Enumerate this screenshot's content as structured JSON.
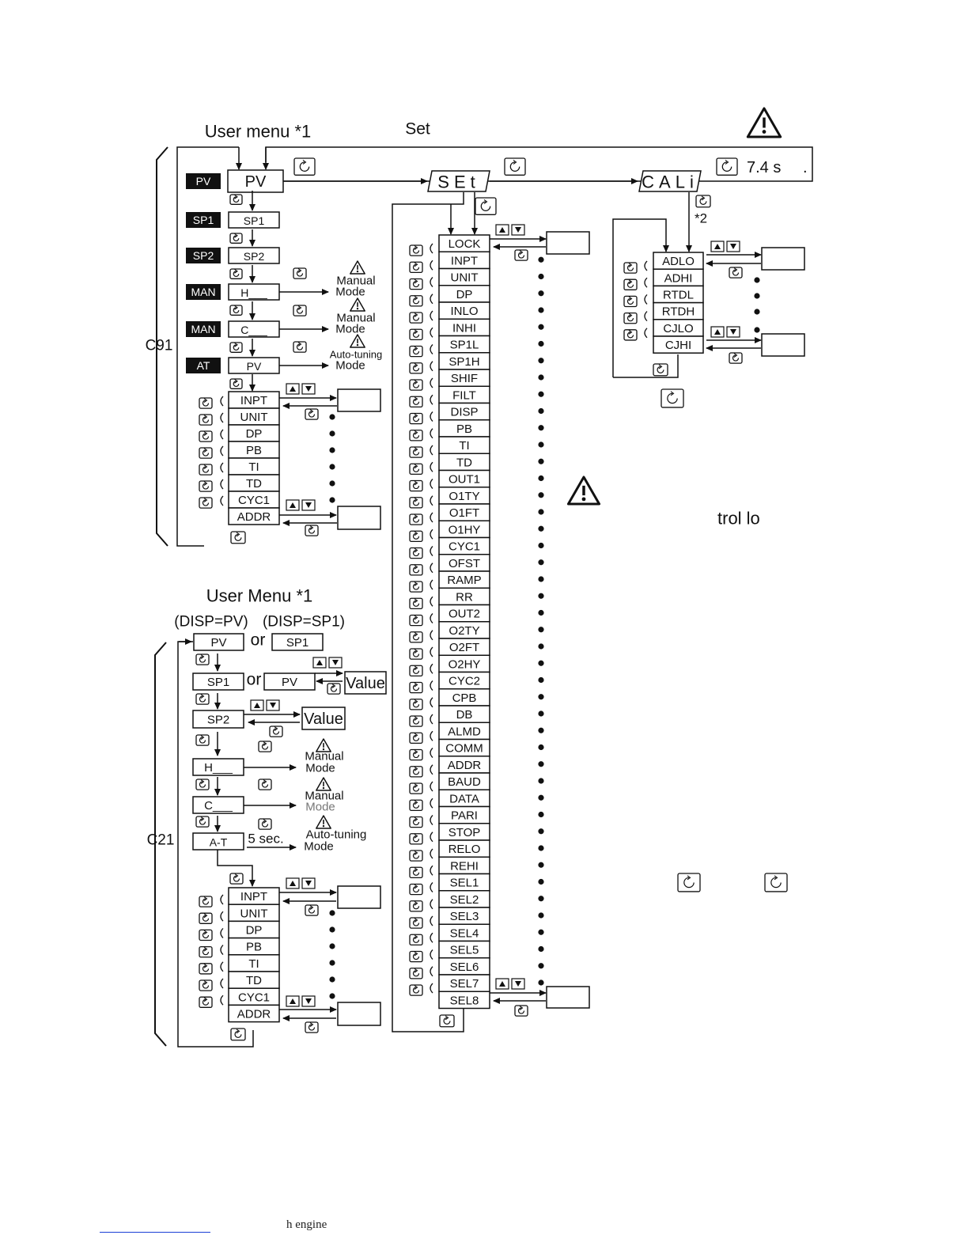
{
  "top": {
    "user_menu_title": "User menu *1",
    "set_label": "Set",
    "cali_time": "7.4 s",
    "cali_time_suffix": ".",
    "note_2": "*2",
    "fragment_text": "trol lo"
  },
  "c91": {
    "bracket_label": "C91",
    "rows": [
      {
        "badge": "PV",
        "box": "PV"
      },
      {
        "badge": "SP1",
        "box": "SP1"
      },
      {
        "badge": "SP2",
        "box": "SP2"
      },
      {
        "badge": "MAN",
        "box": "H___",
        "mode": [
          "Manual",
          "Mode"
        ]
      },
      {
        "badge": "MAN",
        "box": "C___",
        "mode": [
          "Manual",
          "Mode"
        ]
      },
      {
        "badge": "AT",
        "box": "PV",
        "mode": [
          "Auto-tuning",
          "Mode"
        ]
      }
    ],
    "params": [
      "INPT",
      "UNIT",
      "DP",
      "PB",
      "TI",
      "TD",
      "CYC1",
      "ADDR"
    ]
  },
  "set_menu": {
    "display": "SEt",
    "params": [
      "LOCK",
      "INPT",
      "UNIT",
      "DP",
      "INLO",
      "INHI",
      "SP1L",
      "SP1H",
      "SHIF",
      "FILT",
      "DISP",
      "PB",
      "TI",
      "TD",
      "OUT1",
      "O1TY",
      "O1FT",
      "O1HY",
      "CYC1",
      "OFST",
      "RAMP",
      "RR",
      "OUT2",
      "O2TY",
      "O2FT",
      "O2HY",
      "CYC2",
      "CPB",
      "DB",
      "ALMD",
      "COMM",
      "ADDR",
      "BAUD",
      "DATA",
      "PARI",
      "STOP",
      "RELO",
      "REHI",
      "SEL1",
      "SEL2",
      "SEL3",
      "SEL4",
      "SEL5",
      "SEL6",
      "SEL7",
      "SEL8"
    ]
  },
  "cali_menu": {
    "display": "CALi",
    "params": [
      "ADLO",
      "ADHI",
      "RTDL",
      "RTDH",
      "CJLO",
      "CJHI"
    ]
  },
  "c21": {
    "title": "User Menu *1",
    "bracket_label": "C21",
    "disp_pv": "(DISP=PV)",
    "disp_sp1": "(DISP=SP1)",
    "or": "or",
    "row1": [
      "PV",
      "SP1"
    ],
    "row2": [
      "SP1",
      "PV"
    ],
    "value": "Value",
    "sp2": "SP2",
    "h": "H___",
    "c": "C___",
    "at": "A-T",
    "five_sec": "5 sec.",
    "manual": [
      "Manual",
      "Mode"
    ],
    "autotune": [
      "Auto-tuning",
      "Mode"
    ],
    "params": [
      "INPT",
      "UNIT",
      "DP",
      "PB",
      "TI",
      "TD",
      "CYC1",
      "ADDR"
    ]
  },
  "footer": {
    "text": "h engine"
  }
}
